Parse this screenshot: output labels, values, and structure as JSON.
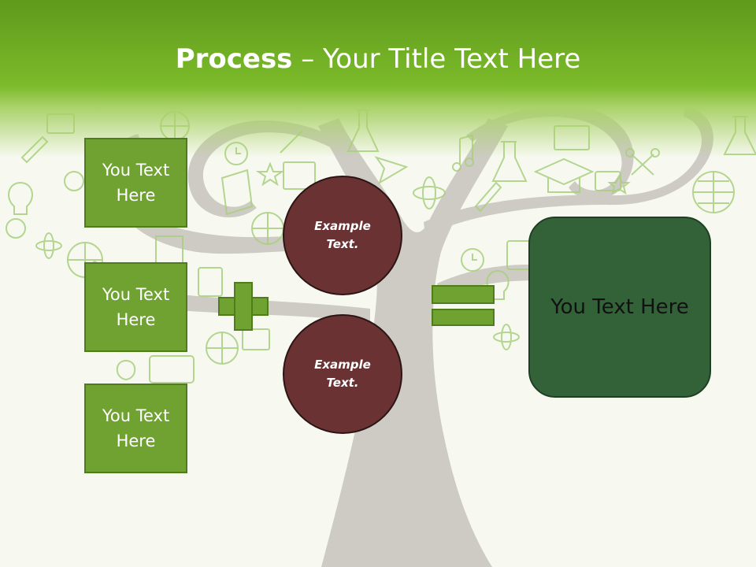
{
  "title": {
    "bold": "Process",
    "rest": " – Your Title Text Here"
  },
  "left_boxes": [
    {
      "label": "You Text Here"
    },
    {
      "label": "You Text Here"
    },
    {
      "label": "You Text Here"
    }
  ],
  "circles": [
    {
      "label": "Example Text."
    },
    {
      "label": "Example Text."
    }
  ],
  "result": {
    "label": "You Text Here"
  },
  "colors": {
    "header_green": "#7cbb2a",
    "box_green": "#6fa230",
    "circle_maroon": "#6a3233",
    "result_dark_green": "#336239",
    "tree_gray": "#cdcbc3"
  }
}
